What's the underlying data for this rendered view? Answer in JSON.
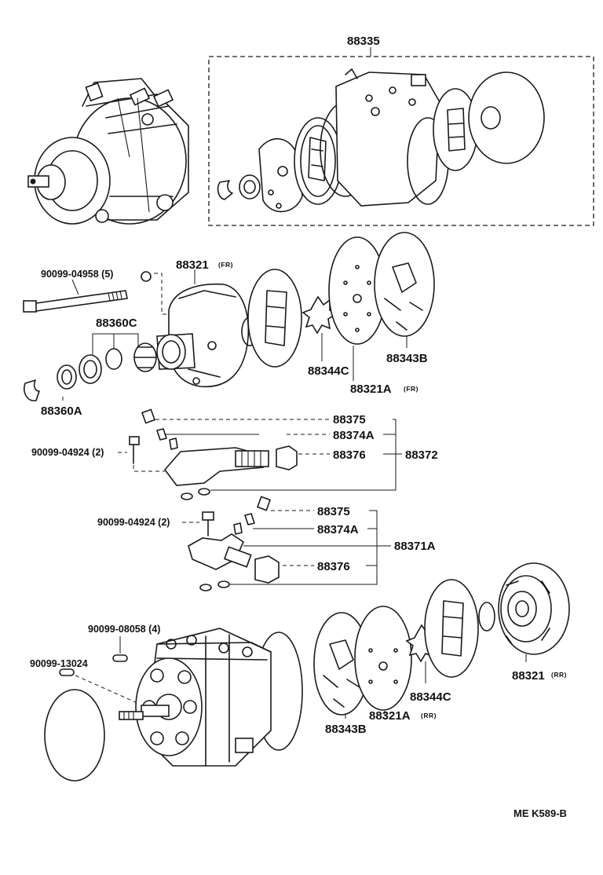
{
  "labels": {
    "l88335": "88335",
    "l88321_fr": "88321",
    "fr_tag_1": "(FR)",
    "l90099_04958": "90099-04958 (5)",
    "l88360C": "88360C",
    "l88360A": "88360A",
    "l88344C_top": "88344C",
    "l88343B_top": "88343B",
    "l88321A_fr": "88321A",
    "fr_tag_2": "(FR)",
    "l88375_a": "88375",
    "l88374A_a": "88374A",
    "l88376_a": "88376",
    "l88372": "88372",
    "l90099_04924_a": "90099-04924 (2)",
    "l88375_b": "88375",
    "l88374A_b": "88374A",
    "l88376_b": "88376",
    "l88371A": "88371A",
    "l90099_04924_b": "90099-04924 (2)",
    "l90099_08058": "90099-08058 (4)",
    "l90099_13024": "90099-13024",
    "l88321_rr": "88321",
    "rr_tag_1": "(RR)",
    "l88344C_bot": "88344C",
    "l88343B_bot": "88343B",
    "l88321A_rr": "88321A",
    "rr_tag_2": "(RR)"
  },
  "footer_code": "ME  K589-B"
}
